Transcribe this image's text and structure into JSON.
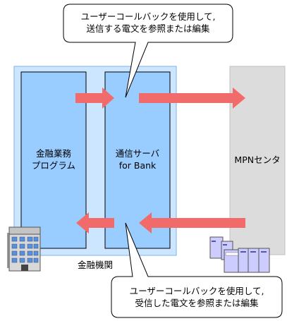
{
  "callout_top": {
    "line1": "ユーザーコールバックを使用して,",
    "line2": "送信する電文を参照または編集"
  },
  "callout_bottom": {
    "line1": "ユーザーコールバックを使用して,",
    "line2": "受信した電文を参照または編集"
  },
  "boxes": {
    "business_program": {
      "line1": "金融業務",
      "line2": "プログラム"
    },
    "comm_server": {
      "line1": "通信サーバ",
      "line2": "for Bank"
    },
    "mpn_center": {
      "label": "MPNセンタ"
    }
  },
  "institution_label": "金融機関",
  "icons": {
    "bank": "office-building-icon",
    "servers": "server-computers-icon"
  },
  "colors": {
    "institution_fill": "#cce6ff",
    "box_fill": "#99ccff",
    "mpn_fill": "#dcdcdc",
    "arrow": "#f26b6b",
    "server_fill": "#ccccff"
  }
}
